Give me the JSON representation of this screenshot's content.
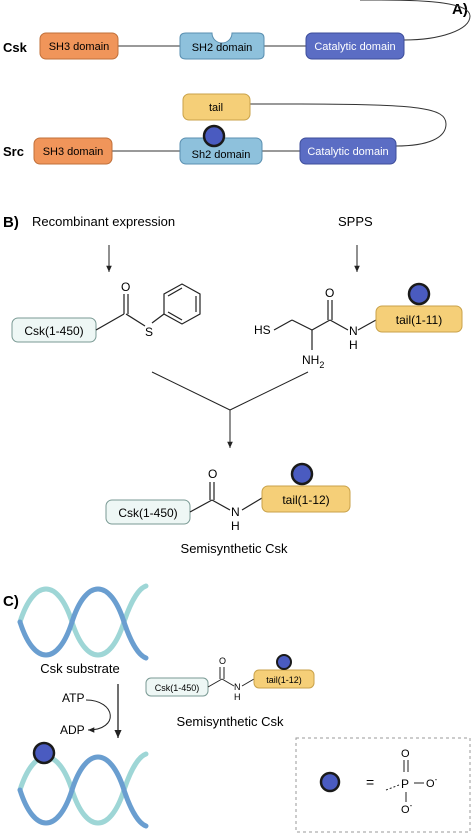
{
  "panel_a": {
    "label": "A)",
    "csk": {
      "name": "Csk",
      "sh3": "SH3 domain",
      "sh2": "SH2 domain",
      "catalytic": "Catalytic domain"
    },
    "src": {
      "name": "Src",
      "tail": "tail",
      "sh3": "SH3 domain",
      "sh2": "Sh2 domain",
      "catalytic": "Catalytic domain"
    }
  },
  "panel_b": {
    "label": "B)",
    "recombinant": "Recombinant expression",
    "spps": "SPPS",
    "thioester_protein": "Csk(1-450)",
    "thioester_o": "O",
    "thioester_s": "S",
    "peptide_tail": "tail(1-11)",
    "peptide_hs": "HS",
    "peptide_o": "O",
    "peptide_nh2": "NH",
    "peptide_nh2_sub": "2",
    "peptide_n": "N",
    "peptide_h": "H",
    "product_protein": "Csk(1-450)",
    "product_tail": "tail(1-12)",
    "product_o": "O",
    "product_n": "N",
    "product_h": "H",
    "product_caption": "Semisynthetic Csk"
  },
  "panel_c": {
    "label": "C)",
    "substrate_caption": "Csk substrate",
    "atp": "ATP",
    "adp": "ADP",
    "enzyme_protein": "Csk(1-450)",
    "enzyme_tail": "tail(1-12)",
    "enzyme_o": "O",
    "enzyme_n": "N",
    "enzyme_h": "H",
    "enzyme_caption": "Semisynthetic Csk",
    "legend_equals": "=",
    "legend_p": "P",
    "legend_o_top": "O",
    "legend_o_right": "O",
    "legend_o_bottom": "O",
    "legend_minus": "-"
  },
  "colors": {
    "sh3": "#f0955a",
    "sh2": "#8ec1dc",
    "catalytic": "#5b6dc4",
    "tail": "#f5cf78",
    "protein_box": "#eef7f5",
    "phospho": "#4a5bc0",
    "dna_blue": "#6a9ed0",
    "dna_teal": "#9ed6d6"
  }
}
